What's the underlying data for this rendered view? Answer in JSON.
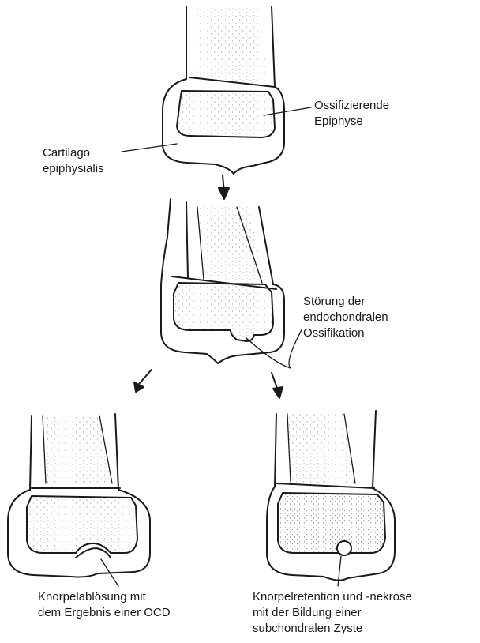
{
  "labels": {
    "ossification_epiphysis": [
      "Ossifizierende",
      "Epiphyse"
    ],
    "cartilago": [
      "Cartilago",
      "epiphysialis"
    ],
    "disturbance": [
      "Störung der",
      "endochondralen",
      "Ossifikation"
    ],
    "ocd_result": [
      "Knorpelablösung mit",
      "dem Ergebnis einer OCD"
    ],
    "cyst_result": [
      "Knorpelretention und -nekrose",
      "mit der Bildung einer",
      "subchondralen Zyste"
    ]
  }
}
